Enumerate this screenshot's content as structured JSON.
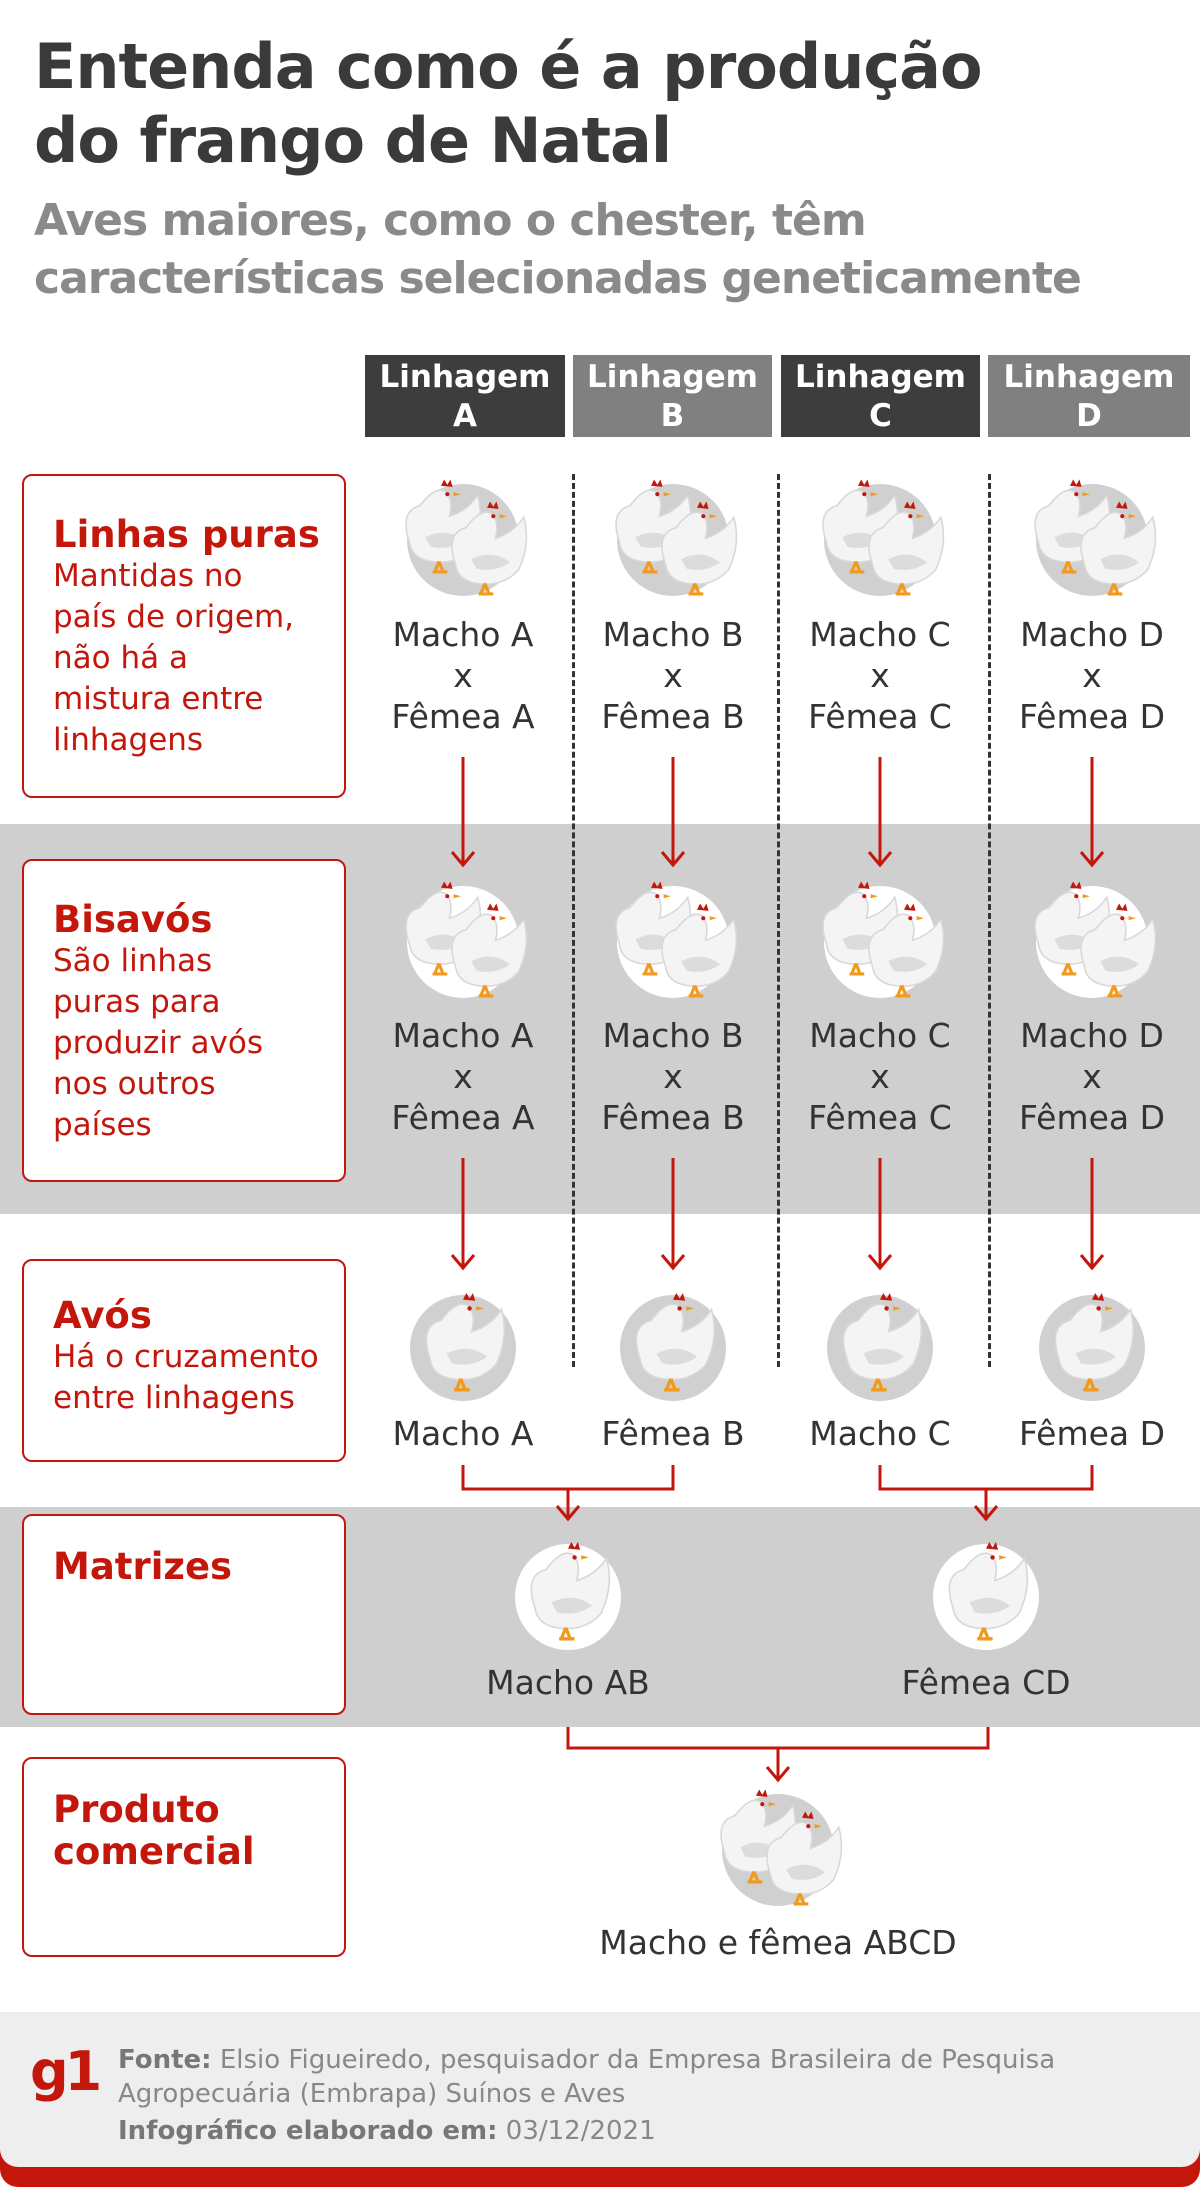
{
  "title": [
    "Entenda como é a produção",
    "do frango de Natal"
  ],
  "subtitle": [
    "Aves maiores, como o chester, têm",
    "características selecionadas geneticamente"
  ],
  "columns": [
    {
      "line1": "Linhagem",
      "line2": "A"
    },
    {
      "line1": "Linhagem",
      "line2": "B"
    },
    {
      "line1": "Linhagem",
      "line2": "C"
    },
    {
      "line1": "Linhagem",
      "line2": "D"
    }
  ],
  "stages": [
    {
      "heading": "Linhas puras",
      "desc": [
        "Mantidas no",
        "país de origem,",
        "não há a",
        "mistura entre",
        "linhagens"
      ]
    },
    {
      "heading": "Bisavós",
      "desc": [
        "São linhas",
        "puras para",
        "produzir avós",
        "nos outros",
        "países"
      ]
    },
    {
      "heading": "Avós",
      "desc": [
        "Há o cruzamento",
        "entre linhagens"
      ]
    },
    {
      "heading": "Matrizes",
      "desc": []
    },
    {
      "heading": "Produto",
      "heading2": "comercial",
      "desc": []
    }
  ],
  "pairs": [
    {
      "male": "Macho A",
      "x": "x",
      "female": "Fêmea A"
    },
    {
      "male": "Macho B",
      "x": "x",
      "female": "Fêmea B"
    },
    {
      "male": "Macho C",
      "x": "x",
      "female": "Fêmea C"
    },
    {
      "male": "Macho D",
      "x": "x",
      "female": "Fêmea D"
    }
  ],
  "avos": [
    "Macho A",
    "Fêmea B",
    "Macho C",
    "Fêmea D"
  ],
  "matrizes": [
    "Macho AB",
    "Fêmea CD"
  ],
  "produto": "Macho e fêmea ABCD",
  "footer": {
    "logo": "g1",
    "source_label": "Fonte:",
    "source_line1": "Elsio Figueiredo, pesquisador da Empresa Brasileira de Pesquisa",
    "source_line2": "Agropecuária (Embrapa) Suínos e Aves",
    "date_label": "Infográfico elaborado em:",
    "date": "03/12/2021"
  },
  "colors": {
    "red": "#c4170c",
    "dark": "#3d3d3d",
    "gray": "#808080",
    "band": "#cfcfcf"
  }
}
